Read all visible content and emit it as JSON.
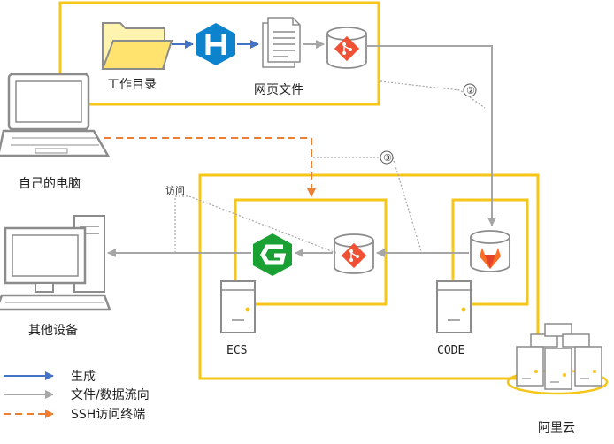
{
  "nodes": {
    "work_dir": "工作目录",
    "web_files": "网页文件",
    "my_computer": "自己的电脑",
    "other_devices": "其他设备",
    "ecs": "ECS",
    "code": "CODE",
    "aliyun": "阿里云"
  },
  "annotations": {
    "step2": "②",
    "step3": "③",
    "visit": "访问"
  },
  "legend": {
    "generate": "生成",
    "file_flow": "文件/数据流向",
    "ssh": "SSH访问终端"
  },
  "colors": {
    "frame": "#F5C518",
    "blue_arrow": "#4472C4",
    "gray_arrow": "#A6A6A6",
    "ssh_arrow": "#ED7D31",
    "hexo": "#0E83CD",
    "git": "#F05033",
    "nginx": "#1BA033",
    "gitlab": "#FC6D26"
  },
  "icons": [
    "folder-icon",
    "hexo-icon",
    "document-icon",
    "git-repo-icon",
    "laptop-icon",
    "desktop-icon",
    "nginx-icon",
    "gitlab-repo-icon",
    "server-icon",
    "cloud-cluster-icon"
  ]
}
